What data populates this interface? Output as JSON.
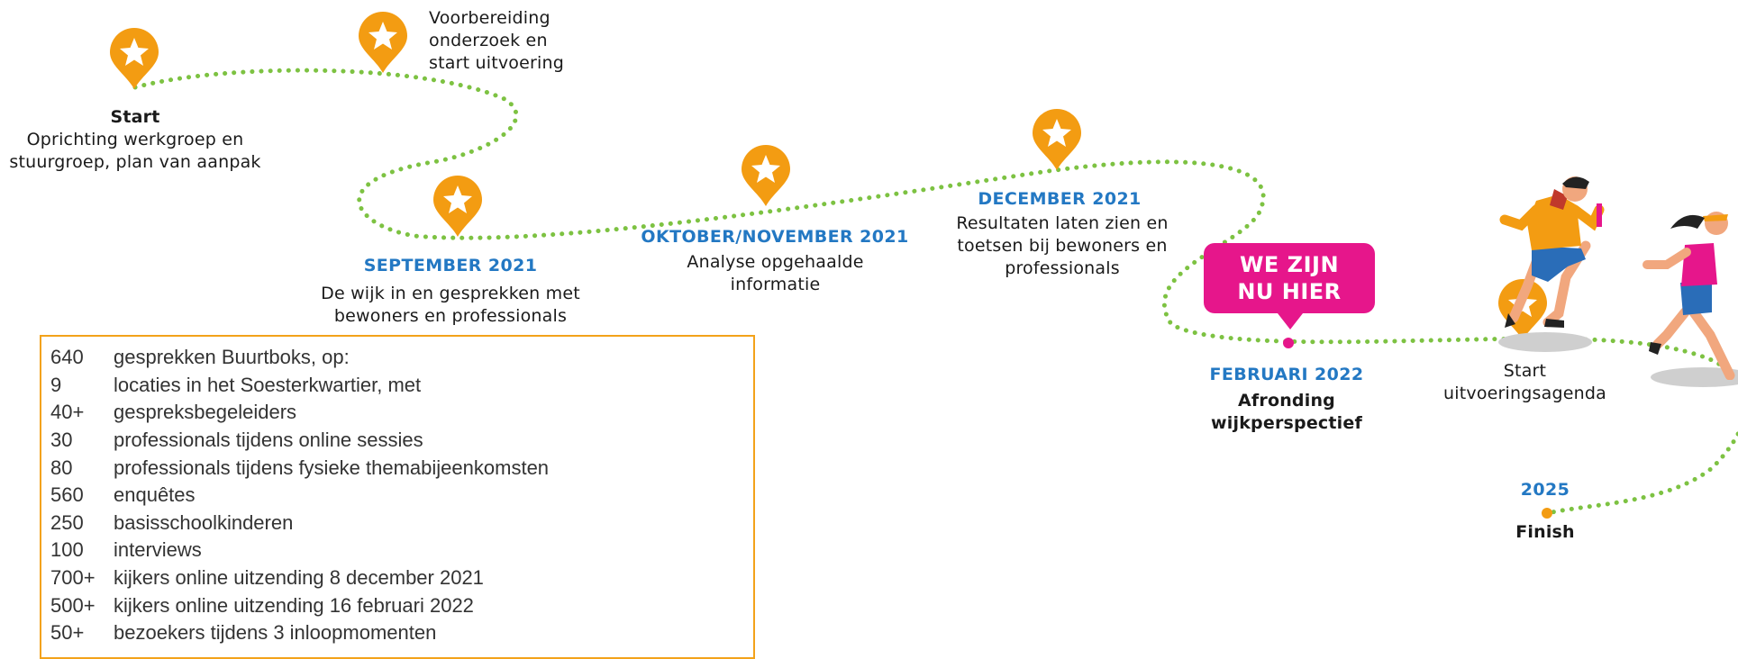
{
  "milestones": {
    "start": {
      "title": "Start",
      "text": "Oprichting werkgroep en stuurgroep, plan van aanpak"
    },
    "prep": {
      "text": "Voorbereiding onderzoek en start uitvoering"
    },
    "sep": {
      "date": "SEPTEMBER 2021",
      "text": "De wijk in en gesprekken met bewoners en professionals"
    },
    "oktnov": {
      "date": "OKTOBER/NOVEMBER 2021",
      "text": "Analyse opgehaalde informatie"
    },
    "dec": {
      "date": "DECEMBER 2021",
      "text": "Resultaten laten zien en toetsen bij bewoners en professionals"
    },
    "feb": {
      "date": "FEBRUARI 2022",
      "text": "Afronding wijkperspectief"
    },
    "agenda": {
      "text": "Start uitvoeringsagenda"
    },
    "finish": {
      "date": "2025",
      "text": "Finish"
    }
  },
  "callout": {
    "line1": "WE ZIJN",
    "line2": "NU HIER"
  },
  "stats": [
    {
      "num": "640",
      "text": "gesprekken Buurtboks, op:"
    },
    {
      "num": "9",
      "text": "locaties in het Soesterkwartier, met"
    },
    {
      "num": "40+",
      "text": "gespreksbegeleiders"
    },
    {
      "num": "30",
      "text": "professionals tijdens online sessies"
    },
    {
      "num": "80",
      "text": "professionals tijdens fysieke themabijeenkomsten"
    },
    {
      "num": "560",
      "text": "enquêtes"
    },
    {
      "num": "250",
      "text": "basisschoolkinderen"
    },
    {
      "num": "100",
      "text": "interviews"
    },
    {
      "num": "700+",
      "text": "kijkers online uitzending 8 december 2021"
    },
    {
      "num": "500+",
      "text": "kijkers online uitzending 16 februari 2022"
    },
    {
      "num": "50+",
      "text": "bezoekers tijdens 3 inloopmomenten"
    }
  ],
  "colors": {
    "route": "#7dc242",
    "pin": "#f39c12",
    "date": "#2378c3",
    "callout": "#e6168b",
    "box": "#f3a21a"
  }
}
